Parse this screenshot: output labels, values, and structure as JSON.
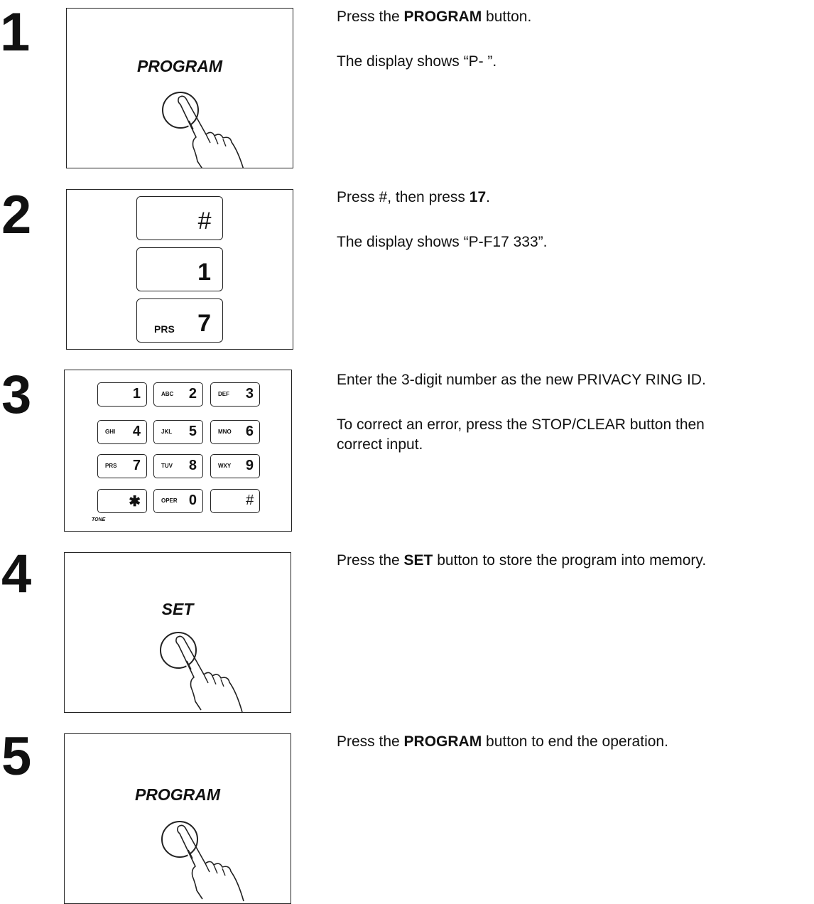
{
  "steps": [
    {
      "number": "1",
      "label": "PROGRAM",
      "lines": [
        {
          "parts": [
            {
              "t": "Press the ",
              "b": false
            },
            {
              "t": "PROGRAM",
              "b": true
            },
            {
              "t": " button.",
              "b": false
            }
          ]
        },
        {
          "parts": [
            {
              "t": "The display shows “P-    ”.",
              "b": false
            }
          ]
        }
      ]
    },
    {
      "number": "2",
      "keys": [
        {
          "main": "#",
          "sub": ""
        },
        {
          "main": "1",
          "sub": ""
        },
        {
          "main": "7",
          "sub": "PRS"
        }
      ],
      "lines": [
        {
          "parts": [
            {
              "t": "Press #, then press ",
              "b": false
            },
            {
              "t": "17",
              "b": true
            },
            {
              "t": ".",
              "b": false
            }
          ]
        },
        {
          "parts": [
            {
              "t": "The display shows “P-F17  333”.",
              "b": false
            }
          ]
        }
      ]
    },
    {
      "number": "3",
      "keypad": [
        {
          "main": "1",
          "sub": ""
        },
        {
          "main": "2",
          "sub": "ABC"
        },
        {
          "main": "3",
          "sub": "DEF"
        },
        {
          "main": "4",
          "sub": "GHI"
        },
        {
          "main": "5",
          "sub": "JKL"
        },
        {
          "main": "6",
          "sub": "MNO"
        },
        {
          "main": "7",
          "sub": "PRS"
        },
        {
          "main": "8",
          "sub": "TUV"
        },
        {
          "main": "9",
          "sub": "WXY"
        },
        {
          "main": "✱",
          "sub": ""
        },
        {
          "main": "0",
          "sub": "OPER"
        },
        {
          "main": "#",
          "sub": ""
        }
      ],
      "tone_label": "TONE",
      "lines": [
        {
          "parts": [
            {
              "t": "Enter the 3-digit number as the new PRIVACY RING ID.",
              "b": false
            }
          ]
        },
        {
          "parts": [
            {
              "t": "To correct an error, press the STOP/CLEAR button then",
              "b": false
            }
          ]
        },
        {
          "parts": [
            {
              "t": "correct input.",
              "b": false
            }
          ]
        }
      ]
    },
    {
      "number": "4",
      "label": "SET",
      "lines": [
        {
          "parts": [
            {
              "t": "Press the ",
              "b": false
            },
            {
              "t": "SET",
              "b": true
            },
            {
              "t": " button to store the program into memory.",
              "b": false
            }
          ]
        }
      ]
    },
    {
      "number": "5",
      "label": "PROGRAM",
      "lines": [
        {
          "parts": [
            {
              "t": "Press the ",
              "b": false
            },
            {
              "t": "PROGRAM",
              "b": true
            },
            {
              "t": " button to end the operation.",
              "b": false
            }
          ]
        }
      ]
    }
  ]
}
